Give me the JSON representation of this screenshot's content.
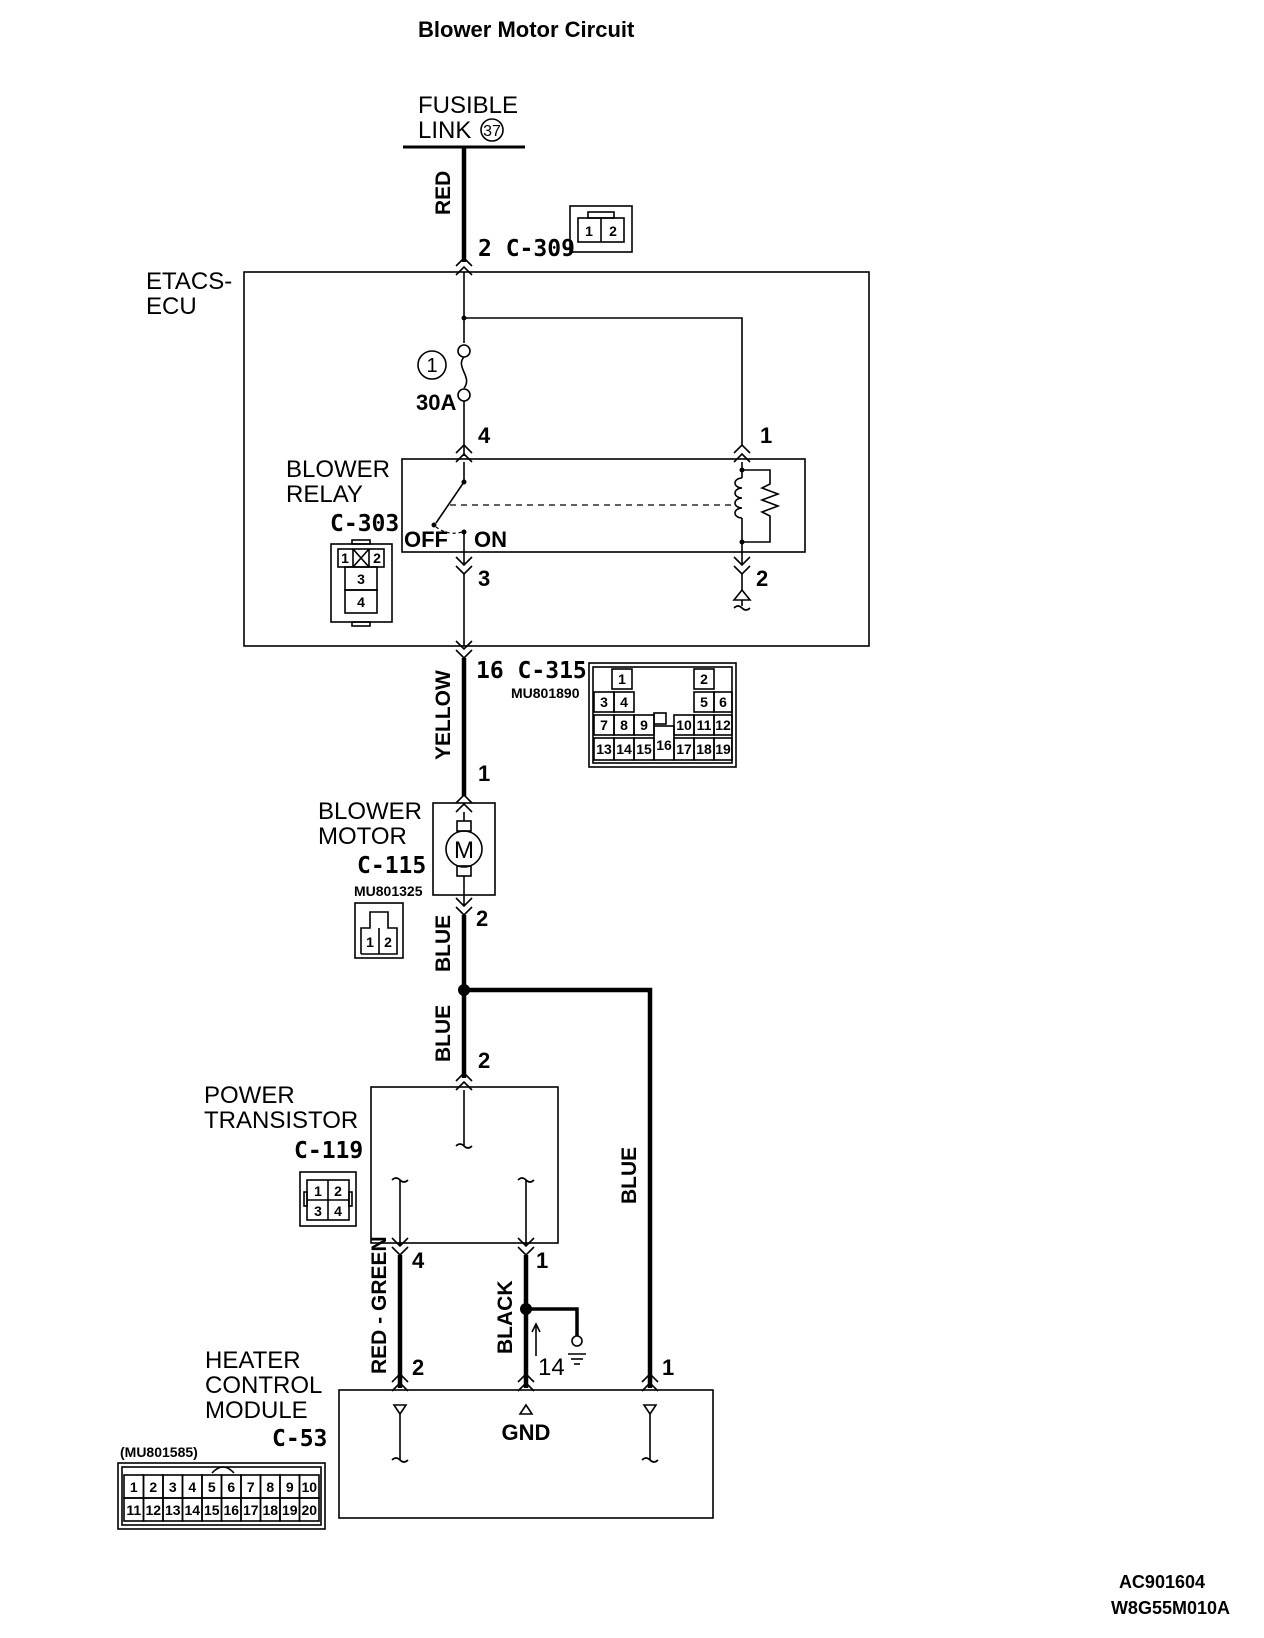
{
  "title": "Blower Motor Circuit",
  "fusible_link": {
    "line1": "FUSIBLE",
    "line2": "LINK",
    "number": "37"
  },
  "etacs": {
    "line1": "ETACS-",
    "line2": "ECU"
  },
  "fuse": {
    "number": "1",
    "rating": "30A"
  },
  "blower_relay": {
    "line1": "BLOWER",
    "line2": "RELAY",
    "connector": "C-303",
    "off": "OFF",
    "on": "ON",
    "pins": [
      "4",
      "1",
      "3",
      "2"
    ],
    "cells": [
      "1",
      "2",
      "3",
      "4"
    ]
  },
  "c309": {
    "label": "2  C-309",
    "cells": [
      "1",
      "2"
    ]
  },
  "c315": {
    "label": "16  C-315",
    "part": "MU801890",
    "row1": [
      "1",
      "2"
    ],
    "row2": [
      "3",
      "4",
      "5",
      "6"
    ],
    "row3": [
      "7",
      "8",
      "9",
      "10",
      "11",
      "12"
    ],
    "row4": [
      "13",
      "14",
      "15",
      "16",
      "17",
      "18",
      "19"
    ]
  },
  "blower_motor": {
    "line1": "BLOWER",
    "line2": "MOTOR",
    "connector": "C-115",
    "part": "MU801325",
    "symbol": "M",
    "pin_top": "1",
    "pin_bottom": "2",
    "cells": [
      "1",
      "2"
    ]
  },
  "power_transistor": {
    "line1": "POWER",
    "line2": "TRANSISTOR",
    "connector": "C-119",
    "pin_top": "2",
    "pin_left": "4",
    "pin_right": "1",
    "cells": [
      "1",
      "2",
      "3",
      "4"
    ]
  },
  "heater_module": {
    "line1": "HEATER",
    "line2": "CONTROL",
    "line3": "MODULE",
    "connector": "C-53",
    "part": "(MU801585)",
    "pin_left": "2",
    "pin_right": "1",
    "gnd": "GND",
    "row1": [
      "1",
      "2",
      "3",
      "4",
      "5",
      "6",
      "7",
      "8",
      "9",
      "10"
    ],
    "row2": [
      "11",
      "12",
      "13",
      "14",
      "15",
      "16",
      "17",
      "18",
      "19",
      "20"
    ]
  },
  "wires": {
    "red": "RED",
    "yellow": "YELLOW",
    "blue1": "BLUE",
    "blue2": "BLUE",
    "blue3": "BLUE",
    "red_green": "RED - GREEN",
    "black": "BLACK"
  },
  "ground": {
    "number": "14"
  },
  "refs": {
    "r1": "AC901604",
    "r2": "W8G55M010A"
  }
}
